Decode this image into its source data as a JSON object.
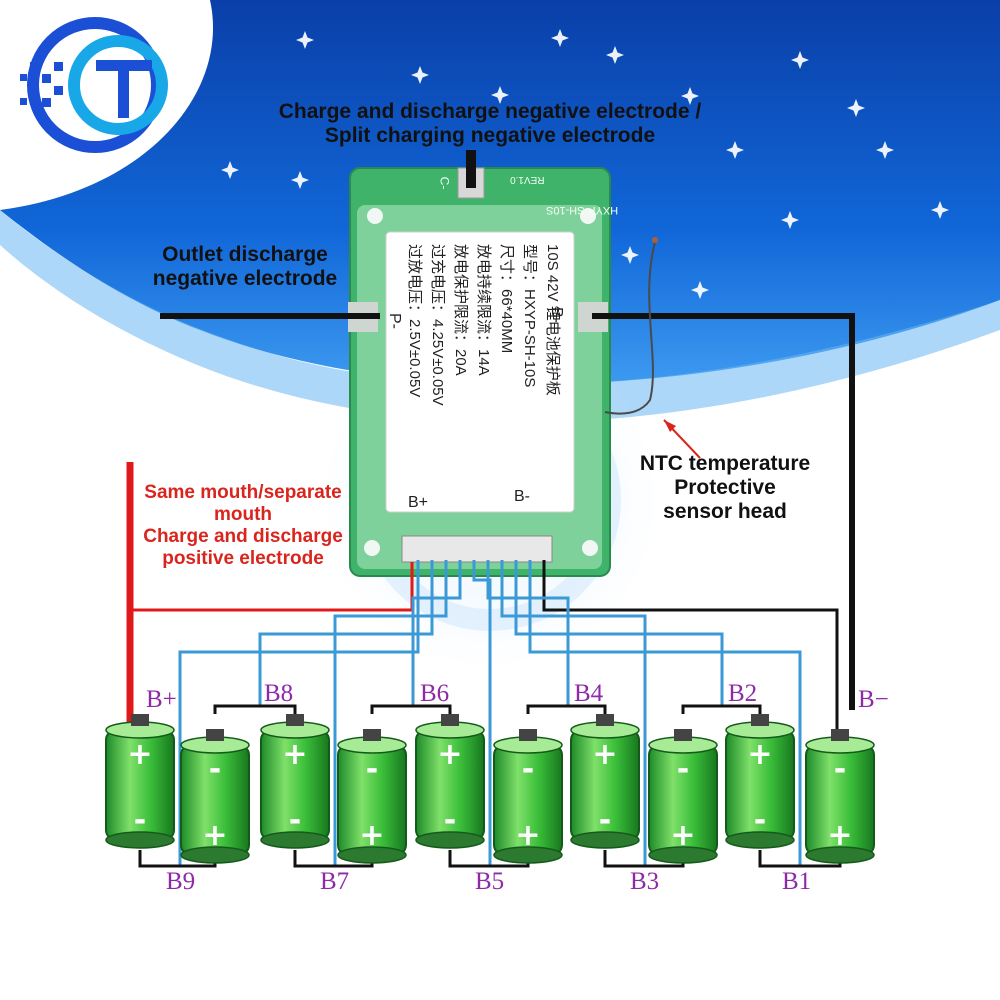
{
  "labels": {
    "top_line1": "Charge and discharge negative electrode /",
    "top_line2": "Split charging negative electrode",
    "outlet_line1": "Outlet discharge",
    "outlet_line2": "negative electrode",
    "ntc_line1": "NTC temperature",
    "ntc_line2": "Protective",
    "ntc_line3": "sensor head",
    "red_line1": "Same mouth/separate",
    "red_line2": "mouth",
    "red_line3": "Charge and discharge",
    "red_line4": "positive electrode"
  },
  "pcb": {
    "model_label": "HXYP-SH-10S",
    "rev_label": "REV1.0",
    "c_minus": "C-",
    "p_minus": "P-",
    "b_minus_top": "B-",
    "b_plus_bottom": "B+",
    "b_minus_bottom": "B-",
    "spec_lines": [
      "10S 42V  锂电池保护板",
      "型号：HXYP-SH-10S",
      "尺寸：66*40MM",
      "放电持续限流：14A",
      "放电保护限流：20A",
      "过充电压：4.25V±0.05V",
      "过放电压：2.5V±0.05V"
    ]
  },
  "battery_tags": {
    "top": [
      "B+",
      "B8",
      "B6",
      "B4",
      "B2",
      "B−"
    ],
    "bottom": [
      "B9",
      "B7",
      "B5",
      "B3",
      "B1"
    ]
  },
  "battery_signs": {
    "plus": "+",
    "minus": "-"
  },
  "colors": {
    "sky_blue": "#0d5fd0",
    "pcb_green": "#3fb36a",
    "label_bg": "#ffffff",
    "wire_black": "#111111",
    "wire_blue": "#3b9ad6",
    "wire_red": "#e01818",
    "tag_purple": "#8e2aa8",
    "cell_green": "#2fb53a"
  },
  "icons": [
    "logo-icon",
    "star-icon",
    "ntc-sensor-icon"
  ]
}
